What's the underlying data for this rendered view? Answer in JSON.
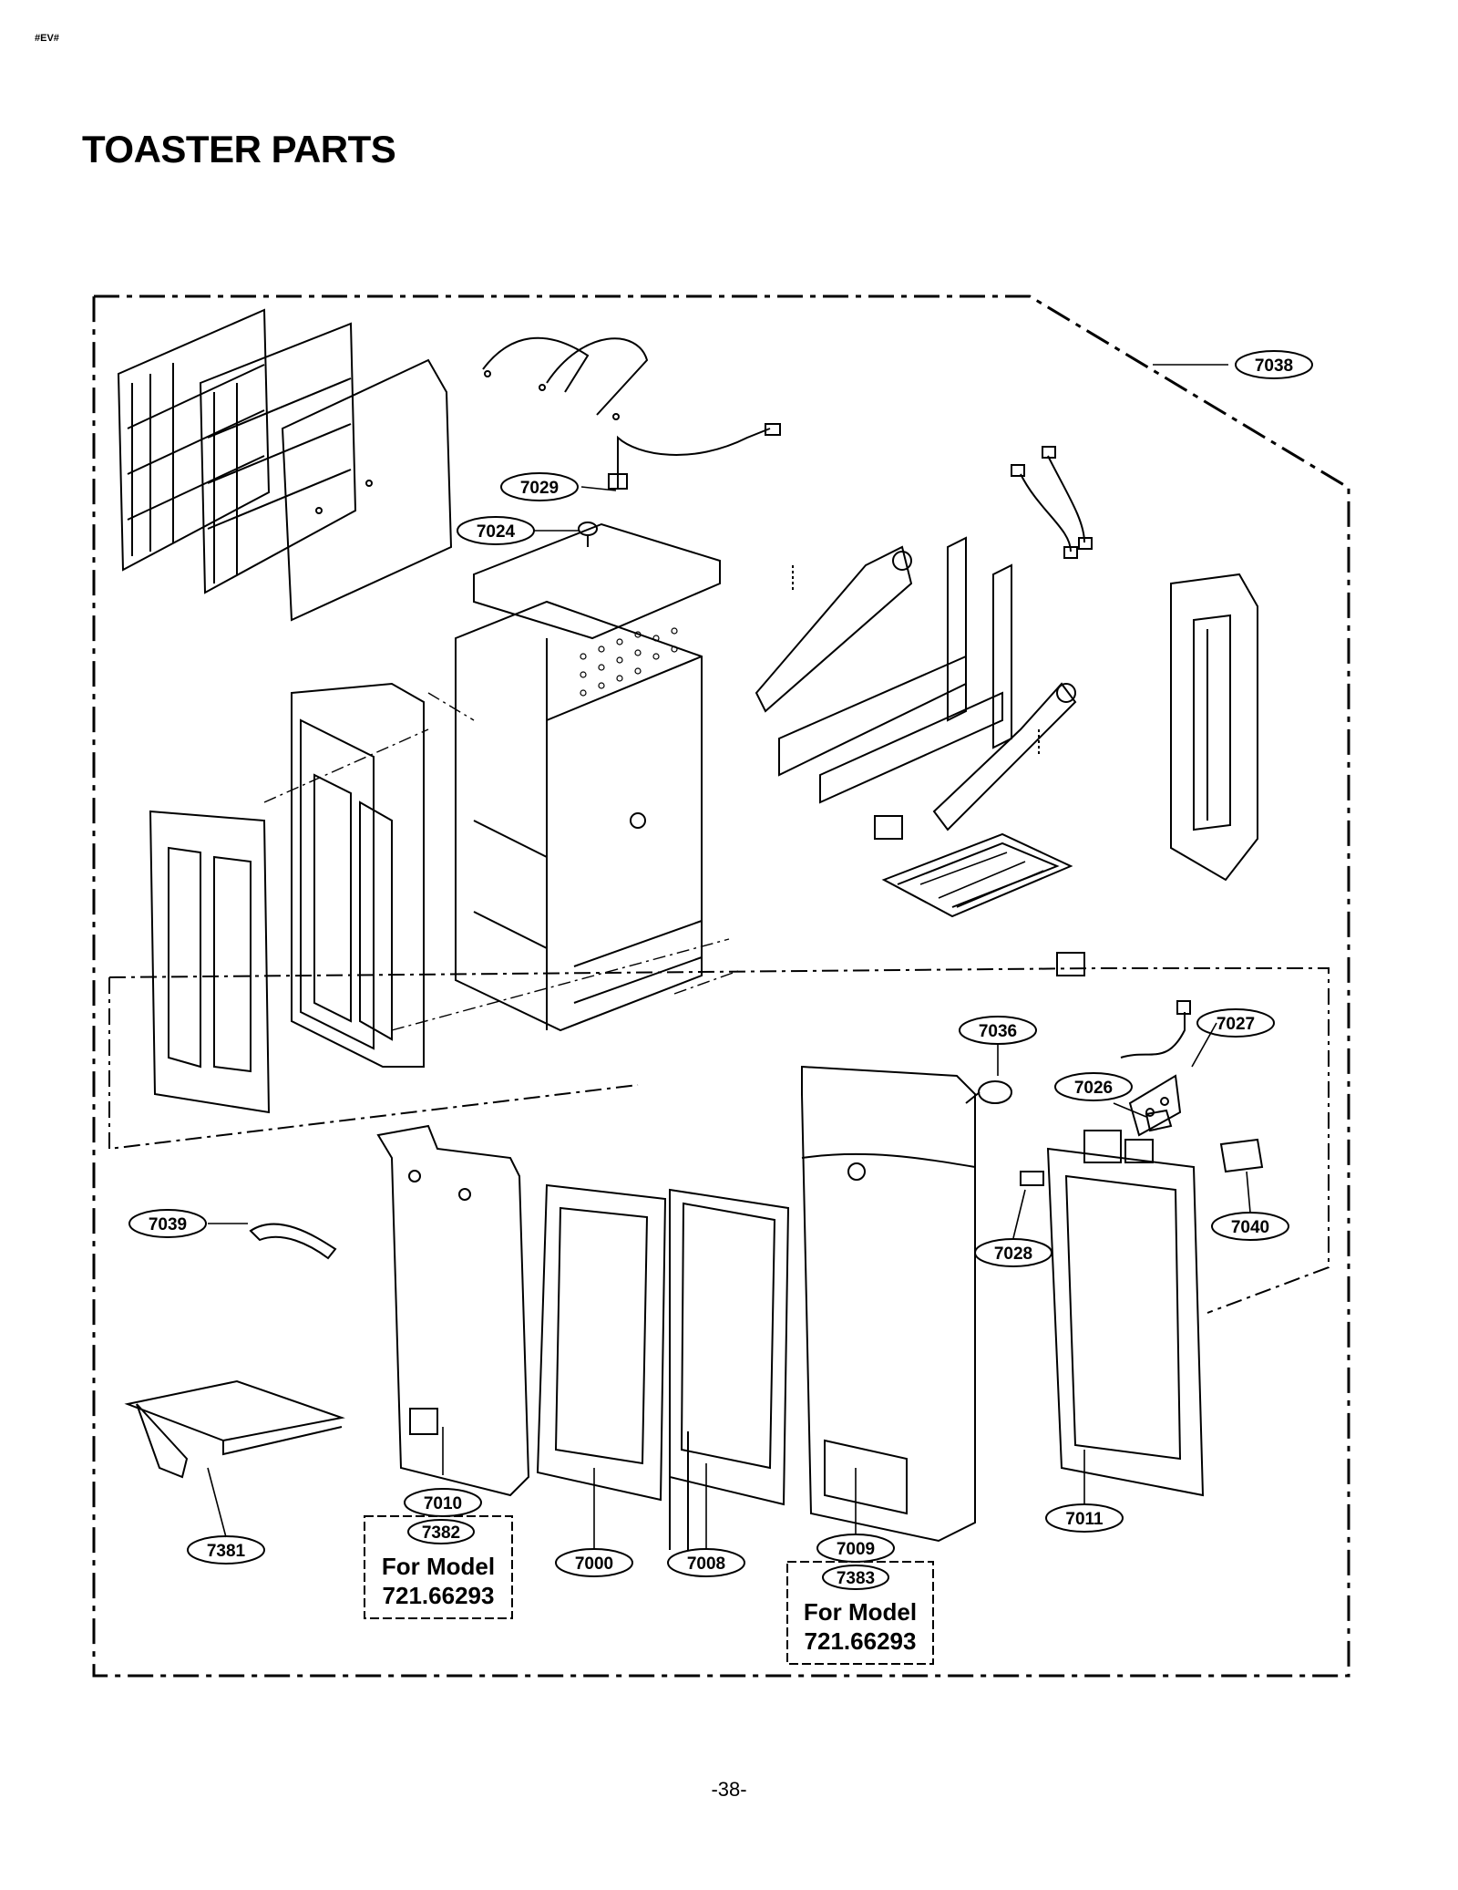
{
  "header": {
    "tag": "#EV#"
  },
  "title": "TOASTER PARTS",
  "page_number": "-38-",
  "callouts": {
    "c7038": "7038",
    "c7029": "7029",
    "c7024": "7024",
    "c7036": "7036",
    "c7027": "7027",
    "c7026": "7026",
    "c7039": "7039",
    "c7040": "7040",
    "c7028": "7028",
    "c7010": "7010",
    "c7382": "7382",
    "c7381": "7381",
    "c7000": "7000",
    "c7008": "7008",
    "c7009": "7009",
    "c7383": "7383",
    "c7011": "7011"
  },
  "model_notes": {
    "left": {
      "line1": "For Model",
      "line2": "721.66293"
    },
    "right": {
      "line1": "For Model",
      "line2": "721.66293"
    }
  }
}
